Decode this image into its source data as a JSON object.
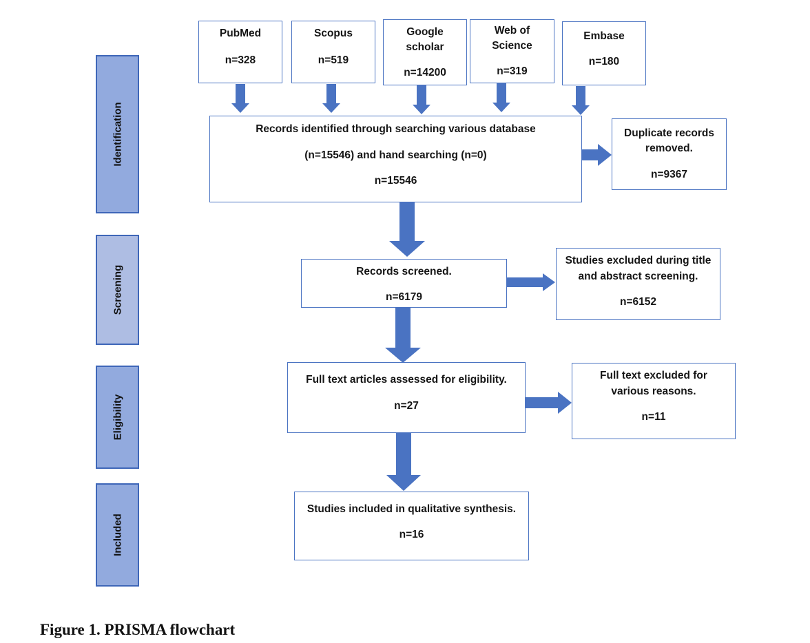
{
  "stages": [
    {
      "id": "identification",
      "label": "Identification",
      "color": "#92aade"
    },
    {
      "id": "screening",
      "label": "Screening",
      "color": "#aebde3"
    },
    {
      "id": "eligibility",
      "label": "Eligibility",
      "color": "#92aade"
    },
    {
      "id": "included",
      "label": "Included",
      "color": "#92aade"
    }
  ],
  "databases": [
    {
      "name": "PubMed",
      "count": "n=328"
    },
    {
      "name": "Scopus",
      "count": "n=519"
    },
    {
      "name": "Google scholar",
      "count": "n=14200"
    },
    {
      "name": "Web of Science",
      "count": "n=319"
    },
    {
      "name": "Embase",
      "count": "n=180"
    }
  ],
  "identified": {
    "line1": "Records identified through searching various database",
    "line2": "(n=15546) and hand searching (n=0)",
    "count": "n=15546"
  },
  "duplicates": {
    "line1": "Duplicate records",
    "line2": "removed.",
    "count": "n=9367"
  },
  "screened": {
    "label": "Records screened.",
    "count": "n=6179"
  },
  "excluded_screening": {
    "line1": "Studies excluded during title",
    "line2": "and abstract screening.",
    "count": "n=6152"
  },
  "fulltext": {
    "label": "Full text articles assessed for eligibility.",
    "count": "n=27"
  },
  "excluded_fulltext": {
    "line1": "Full text excluded for",
    "line2": "various reasons.",
    "count": "n=11"
  },
  "included": {
    "label": "Studies included in qualitative synthesis.",
    "count": "n=16"
  },
  "caption": "Figure 1. PRISMA flowchart",
  "colors": {
    "arrow": "#4a73c2",
    "border": "#4a73c2"
  }
}
